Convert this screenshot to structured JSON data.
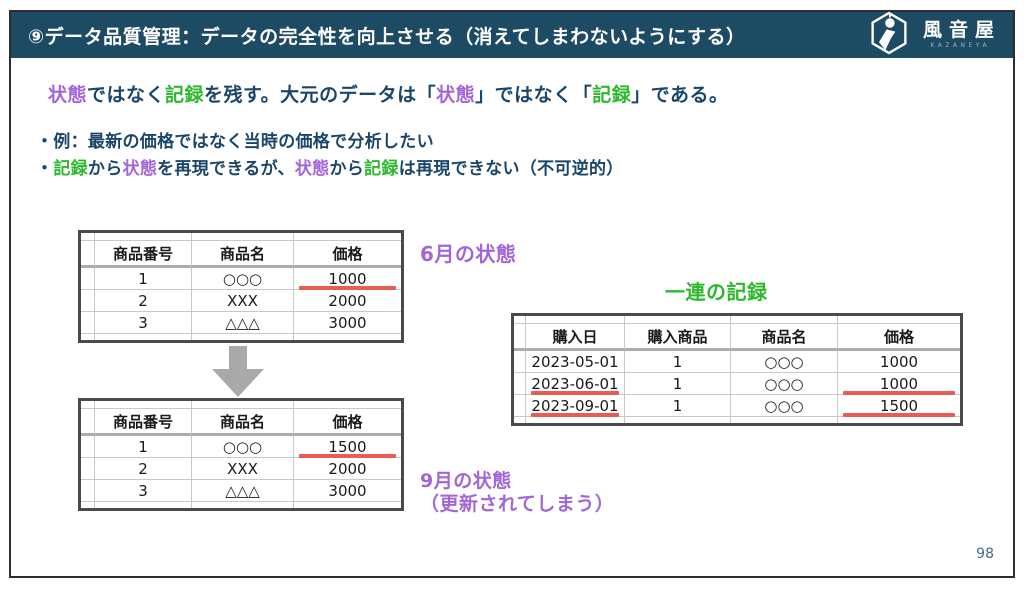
{
  "header": {
    "title": "⑨データ品質管理：データの完全性を向上させる（消えてしまわないようにする）",
    "bg_color": "#1d4b63"
  },
  "logo": {
    "name": "風音屋",
    "subname": "KAZANEYA",
    "icon": "kazaneya-person-in-hexagon-icon"
  },
  "statement": {
    "p1": "状態",
    "p2": "ではなく",
    "p3": "記録",
    "p4": "を残す。大元のデータは「",
    "p5": "状態",
    "p6": "」ではなく「",
    "p7": "記録",
    "p8": "」である。"
  },
  "bullets": {
    "line1": "・例：最新の価格ではなく当時の価格で分析したい",
    "line2": {
      "b1": "・",
      "b2": "記録",
      "b3": "から",
      "b4": "状態",
      "b5": "を再現できるが、",
      "b6": "状態",
      "b7": "から",
      "b8": "記録",
      "b9": "は再現できない（不可逆的）"
    }
  },
  "tables": {
    "june": {
      "label": "6月の状態",
      "headers": [
        "商品番号",
        "商品名",
        "価格"
      ],
      "rows": [
        [
          "1",
          "○○○",
          "1000"
        ],
        [
          "2",
          "XXX",
          "2000"
        ],
        [
          "3",
          "△△△",
          "3000"
        ]
      ],
      "red_underlined_values": [
        "1000"
      ]
    },
    "september": {
      "label_line1": "9月の状態",
      "label_line2": "（更新されてしまう）",
      "headers": [
        "商品番号",
        "商品名",
        "価格"
      ],
      "rows": [
        [
          "1",
          "○○○",
          "1500"
        ],
        [
          "2",
          "XXX",
          "2000"
        ],
        [
          "3",
          "△△△",
          "3000"
        ]
      ],
      "red_underlined_values": [
        "1500"
      ]
    },
    "records": {
      "label": "一連の記録",
      "headers": [
        "購入日",
        "購入商品",
        "商品名",
        "価格"
      ],
      "rows": [
        [
          "2023-05-01",
          "1",
          "○○○",
          "1000"
        ],
        [
          "2023-06-01",
          "1",
          "○○○",
          "1000"
        ],
        [
          "2023-09-01",
          "1",
          "○○○",
          "1500"
        ]
      ],
      "red_underlined_values": [
        "2023-06-01",
        "2023-09-01",
        "1000 (row2)",
        "1500 (row3)"
      ]
    }
  },
  "icons": {
    "down_arrow": "down-arrow-icon"
  },
  "colors": {
    "accent_purple": "#a266d9",
    "accent_green": "#2eb82e",
    "underline_red": "#e85c55",
    "header_navy": "#1d4b63",
    "body_text_navy": "#1b4669",
    "arrow_gray": "#a9a9a9"
  },
  "page_number": "98"
}
